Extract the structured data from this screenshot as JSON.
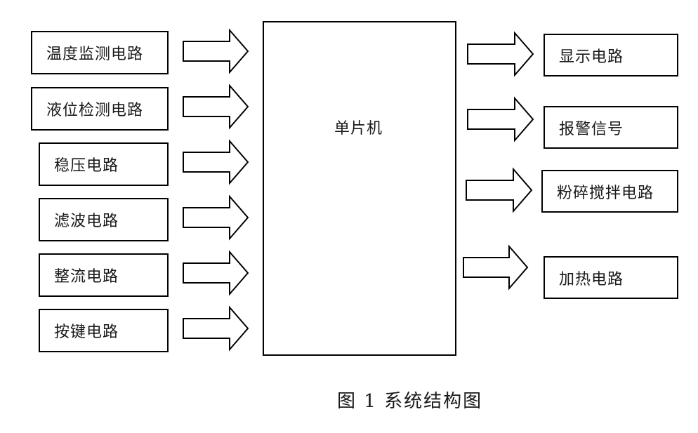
{
  "inputs": [
    "温度监测电路",
    "液位检测电路",
    "稳压电路",
    "滤波电路",
    "整流电路",
    "按键电路"
  ],
  "center": "单片机",
  "outputs": [
    "显示电路",
    "报警信号",
    "粉碎搅拌电路",
    "加热电路"
  ],
  "caption": "图 1  系统结构图"
}
